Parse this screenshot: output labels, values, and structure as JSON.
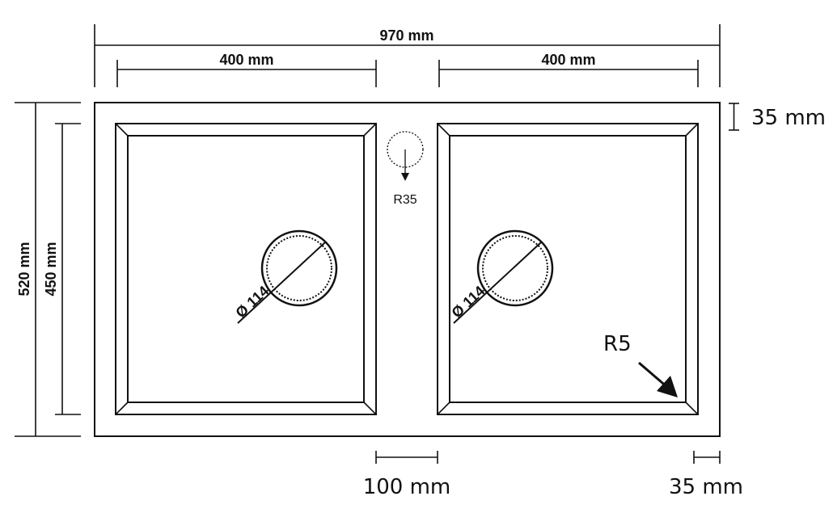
{
  "dimensions": {
    "overall_width": "970 mm",
    "left_bowl_width": "400 mm",
    "right_bowl_width": "400 mm",
    "overall_depth": "520 mm",
    "bowl_depth": "450 mm",
    "rim_top": "35 mm",
    "center_gap": "100 mm",
    "rim_side": "35 mm"
  },
  "annotations": {
    "tap_hole_radius": "R35",
    "left_drain_diameter": "Ø 114",
    "right_drain_diameter": "Ø 114",
    "corner_radius": "R5"
  }
}
